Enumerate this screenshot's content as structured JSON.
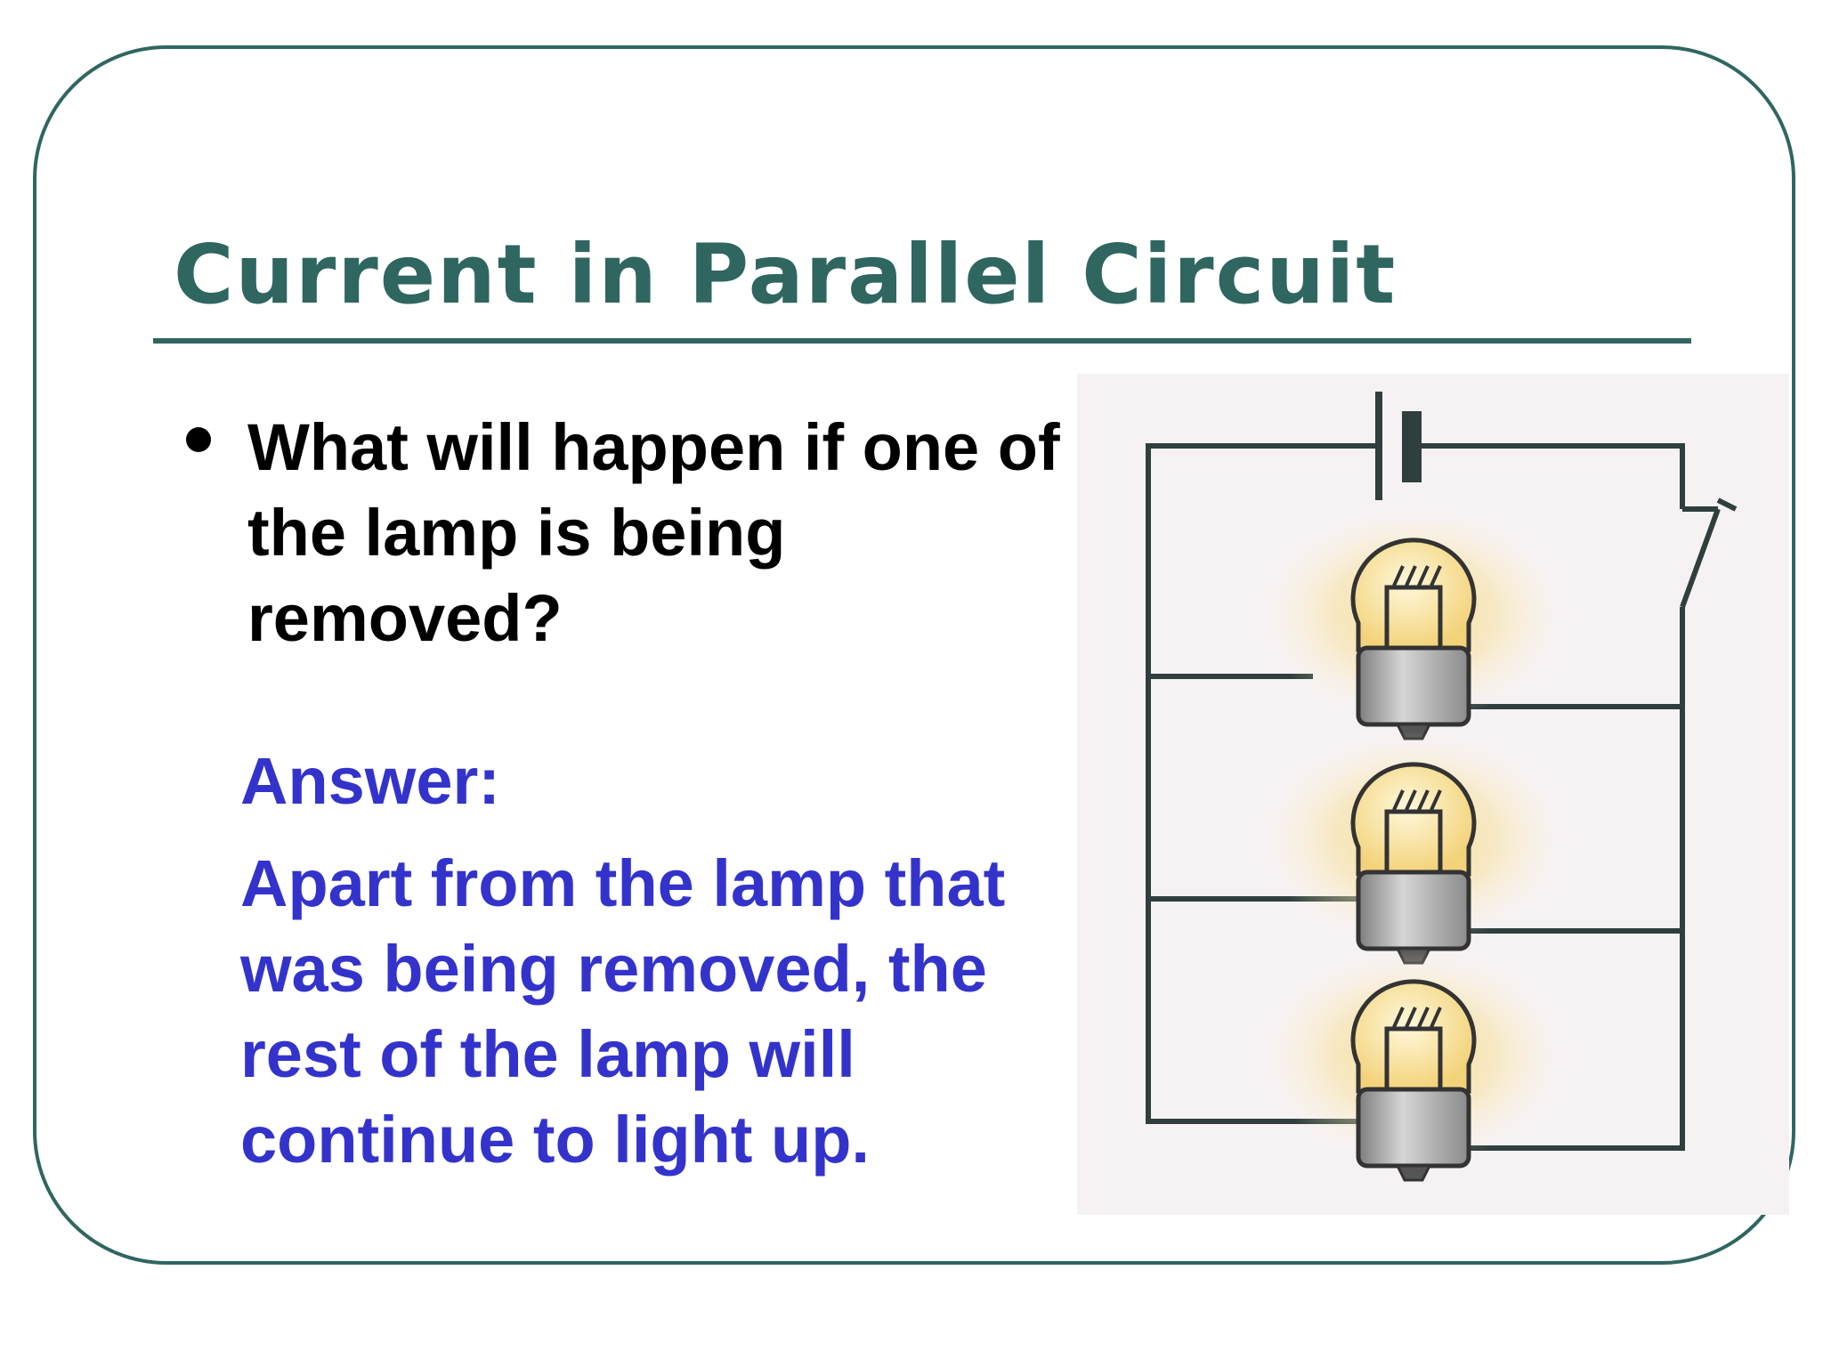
{
  "slide": {
    "title": "Current in Parallel Circuit",
    "question": "What will happen if one of the lamp is being removed?",
    "answer_label": "Answer:",
    "answer_text": "Apart from the lamp that was being removed, the rest of the lamp will continue to light up."
  },
  "colors": {
    "accent": "#2f6660",
    "answer": "#3333cc",
    "text": "#000000",
    "glow": "#f5d98a"
  },
  "diagram": {
    "components": [
      "battery-icon",
      "switch-icon",
      "lamp-icon",
      "lamp-icon",
      "lamp-icon"
    ]
  }
}
